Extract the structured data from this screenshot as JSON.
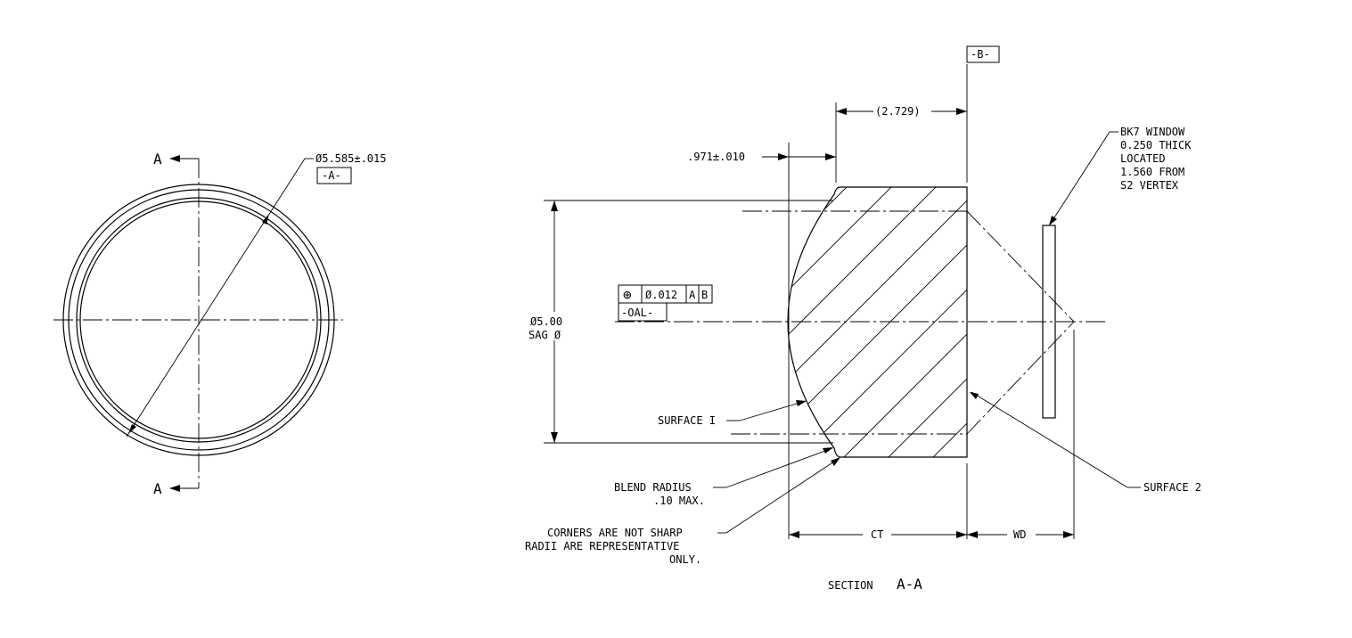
{
  "front_view": {
    "section_mark_top": "A",
    "section_mark_bottom": "A",
    "diameter_dim": "Ø5.585±.015",
    "datum_a": "-A-"
  },
  "section_view": {
    "datum_b": "-B-",
    "length_dim": "(2.729)",
    "edge_dim": ".971±.010",
    "sag_dim_line1": "Ø5.00",
    "sag_dim_line2": "SAG Ø",
    "fcf_symbol": "⊕",
    "fcf_tolerance": "Ø.012",
    "fcf_datum_1": "A",
    "fcf_datum_2": "B",
    "fcf_datum_oal": "-OAL-",
    "surface_1_label": "SURFACE I",
    "surface_2_label": "SURFACE 2",
    "blend_radius_line1": "BLEND  RADIUS",
    "blend_radius_line2": ".10 MAX.",
    "corners_note_line1": "CORNERS ARE NOT SHARP",
    "corners_note_line2": "RADII ARE REPRESENTATIVE",
    "corners_note_line3": "ONLY.",
    "window_note_line1": "BK7 WINDOW",
    "window_note_line2": "0.250 THICK",
    "window_note_line3": "LOCATED",
    "window_note_line4": "1.560 FROM",
    "window_note_line5": "S2 VERTEX",
    "ct_label": "CT",
    "wd_label": "WD",
    "section_title_word": "SECTION",
    "section_title_id": "A-A"
  }
}
